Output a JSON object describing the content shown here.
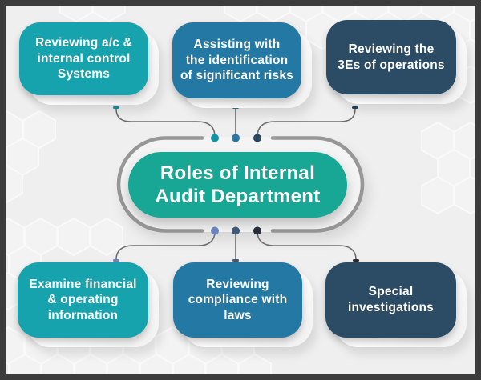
{
  "figure_title": "Roles of Internal Audit Department",
  "center": {
    "label": "Roles of Internal Audit Department",
    "lines": [
      "Roles of Internal",
      "Audit Department"
    ],
    "color": "#17A794"
  },
  "nodes": [
    {
      "position": "top-left",
      "label": "Reviewing a/c & internal control Systems",
      "lines": [
        "Reviewing a/c &",
        "internal control",
        "Systems"
      ],
      "color": "#17A3AE",
      "dot_color": "#1593A6"
    },
    {
      "position": "top-center",
      "label": "Assisting with the identification of significant risks",
      "lines": [
        "Assisting with",
        "the identification",
        "of significant risks"
      ],
      "color": "#2379A4",
      "dot_color": "#2A77A6"
    },
    {
      "position": "top-right",
      "label": "Reviewing the 3Es of operations",
      "lines": [
        "Reviewing the",
        "3Es of operations"
      ],
      "color": "#2C4B64",
      "dot_color": "#27465F"
    },
    {
      "position": "bottom-left",
      "label": "Examine financial & operating information",
      "lines": [
        "Examine financial",
        "& operating",
        "information"
      ],
      "color": "#17A3AE",
      "dot_color": "#6B86C4"
    },
    {
      "position": "bottom-center",
      "label": "Reviewing compliance with laws",
      "lines": [
        "Reviewing",
        "compliance with",
        "laws"
      ],
      "color": "#2379A4",
      "dot_color": "#41597A"
    },
    {
      "position": "bottom-right",
      "label": "Special investigations",
      "lines": [
        "Special",
        "investigations"
      ],
      "color": "#2C4B64",
      "dot_color": "#262C38"
    }
  ],
  "style": {
    "background": "#EFEFEF",
    "frame": "#3C3C3C",
    "ring": "#979797",
    "connector": "#6E6E6E",
    "text": "#FFFFFF",
    "hexagon_fill": "#F4F4F4",
    "hexagon_stroke": "#FBFBFB"
  }
}
